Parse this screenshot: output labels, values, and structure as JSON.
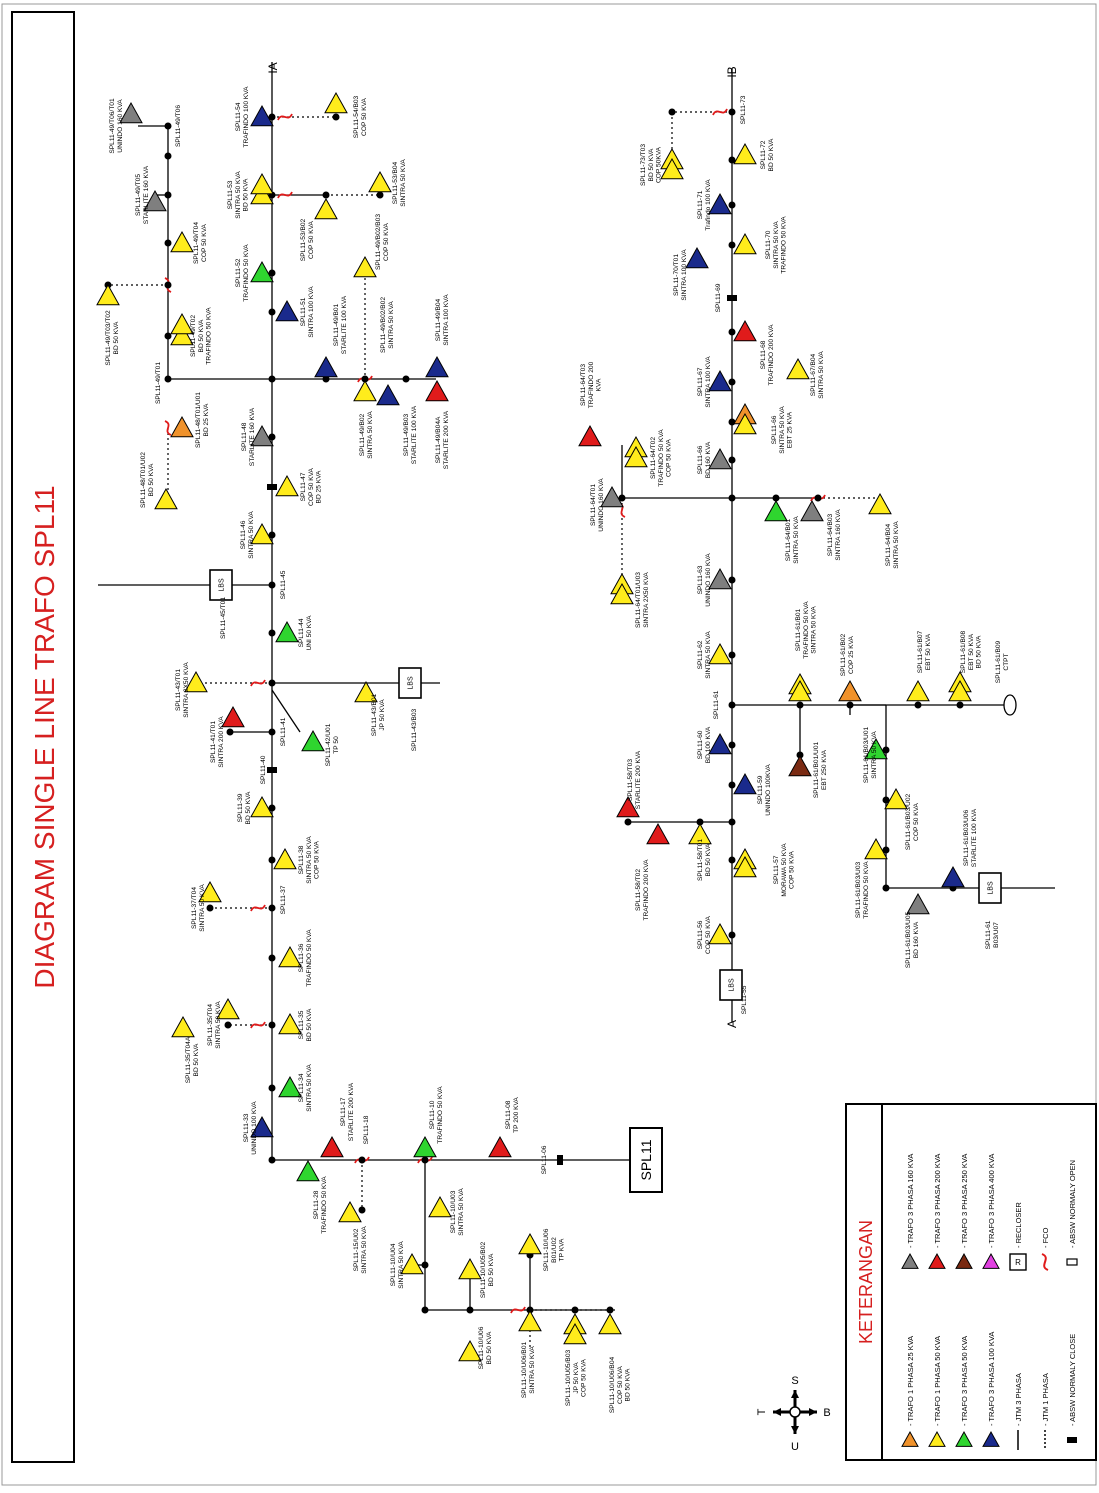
{
  "title": "DIAGRAM SINGLE LINE TRAFO SPL11",
  "substation": "SPL11",
  "connectors": {
    "a": "A",
    "b": "B",
    "ia": "IA",
    "ib": "IB"
  },
  "lbs_label": "LBS",
  "colors": {
    "title": "#d62020",
    "line": "#000000",
    "orange": "#f0922b",
    "yellow": "#ffec1c",
    "green": "#2fd52f",
    "blue": "#1a2a8c",
    "gray": "#7f7f7f",
    "red": "#e01b1b",
    "brown": "#7a2a12",
    "magenta": "#e040e0",
    "fco": "#e01b1b"
  },
  "compass": {
    "top": "T",
    "left": "U",
    "right": "S",
    "bottom": "B"
  },
  "legend": {
    "title": "KETERANGAN",
    "items": [
      {
        "icon": "triangle-orange",
        "label": "- TRAFO 1 PHASA 25 KVA"
      },
      {
        "icon": "triangle-yellow",
        "label": "- TRAFO 1 PHASA 50 KVA"
      },
      {
        "icon": "triangle-green",
        "label": "- TRAFO 3 PHASA 50 KVA"
      },
      {
        "icon": "triangle-blue",
        "label": "- TRAFO 3 PHASA 100 KVA"
      },
      {
        "icon": "triangle-gray",
        "label": "- TRAFO 3 PHASA 160 KVA"
      },
      {
        "icon": "triangle-red",
        "label": "- TRAFO 3 PHASA 200 KVA"
      },
      {
        "icon": "triangle-brown",
        "label": "- TRAFO 3 PHASA 250 KVA"
      },
      {
        "icon": "triangle-magenta",
        "label": "- TRAFO 3 PHASA 400 KVA"
      },
      {
        "icon": "line-solid",
        "label": "- JTM 3 PHASA"
      },
      {
        "icon": "line-dotted",
        "label": "- JTM 1 PHASA"
      },
      {
        "icon": "switch-closed",
        "label": "- ABSW NORMALY CLOSE"
      },
      {
        "icon": "recloser",
        "label": "- RECLOSER"
      },
      {
        "icon": "fco",
        "label": "- FCO"
      },
      {
        "icon": "switch-open",
        "label": "- ABSW NORMALY OPEN"
      }
    ]
  },
  "labels": {
    "n06": "SPL11-06",
    "n08": "SPL11-08\nTP 200 KVA",
    "n10": "SPL11-10\nTRAFINDO 50 KVA",
    "n17": "SPL11-17\nSTARLITE 200 KVA",
    "n18": "SPL11-18",
    "n33": "SPL11-33\nUNINDO 100 KVA",
    "n34": "SPL11-34\nSINTRA 50 KVA",
    "n35": "SPL11-35\nBD 50 KVA",
    "n35t04": "SPL11-35/T04\nSINTRA 50 KVA",
    "n35t04a": "SPL11-35/T04A\nBD 50 KVA",
    "n36": "SPL11-36\nTRAFINDO 50 KVA",
    "n37": "SPL11-37",
    "n37t04": "SPL11-37/T04\nSINTRA 50 KVA",
    "n38": "SPL11-38\nSINTRA 50 KVA\nCOP 50 KVA",
    "n39": "SPL11-39\nBD 50 KVA",
    "n40": "SPL11-40",
    "n41": "SPL11-41",
    "n41t01": "SPL11-41/T01\nSINTRA 200 KVA",
    "n42u01": "SPL11-42/U01\nTP 50",
    "n43t01": "SPL11-43/T01\nSINTRA 2X50 KVA",
    "n43b01": "SPL11-43/B01\nJP 50 KVA",
    "n43b03": "SPL11-43/B03",
    "n44": "SPL11-44\nUNI 50 KVA",
    "n45": "SPL11-45",
    "n45t01": "SPL11-45/T01",
    "n46": "SPL11-46\nSINTRA 50 KVA",
    "n47": "SPL11-47\nCOP 50 KVA\nBD 25 KVA",
    "n48": "SPL11-48\nSTARLITE 160 KVA",
    "n48t01u02": "SPL11-48/T01/U02\nBD 50 KVA",
    "n48t01u01": "SPL11-48/T01/U01\nBD 25 KVA",
    "n49t01": "SPL11-49/T01",
    "n49t02": "SPL11-49/T02\nBD 50 KVA\nTRAFINDO 50 KVA",
    "n49t03t02": "SPL11-49/T03/T02\nBD 50 KVA",
    "n49t04": "SPL11-49/T04\nCOP 50 KVA",
    "n49t05": "SPL11-49/T05\nSTARLITE 160 KVA",
    "n49t06": "SPL11-49/T06",
    "n49t06t01": "SPL11-49/T06/T01\nUNINDO 160 KVA",
    "n49b01": "SPL11-49/B01\nSTARLITE 100 KVA",
    "n49b02": "SPL11-49/B02\nSINTRA 50 KVA",
    "n49b02b02": "SPL11-49/B02/B02\nSINTRA 50 KVA",
    "n49b02b03": "SPL11-49/B02/B03\nCOP 50 KVA",
    "n49b03": "SPL11-49/B03\nSTARLITE 100 KVA",
    "n49b04": "SPL11-49/B04\nSINTRA 100 KVA",
    "n49b04a": "SPL11-49/B04A\nSTARLITE 200 KVA",
    "n51": "SPL11-51\nSINTRA 100 KVA",
    "n52": "SPL11-52\nTRAFINDO 50 KVA",
    "n53": "SPL11-53\nSINTRA 50 KVA\nBD 50 KVA",
    "n53b02": "SPL11-53/B02\nCOP 50 KVA",
    "n53b04": "SPL11-53/B04\nSINTRA 50 KVA",
    "n54": "SPL11-54\nTRAFINDO 100 KVA",
    "n54b03": "SPL11-54/B03\nCOP 50 KVA",
    "n10u03": "SPL11-10/U03\nSINTRA 50 KVA",
    "n10u04": "SPL11-10/U04\nSINTRA 50 KVA",
    "n10u05b02": "SPL11-10/U05/B02\nBD 50 KVA",
    "n10u06": "SPL11-10/U06\nB01/U02\nTP KVA",
    "n10u06b": "SPL11-10/U06\nBD 50 KVA",
    "n10u06b01": "SPL11-10/U06/B01\nSINTRA 50 KVA",
    "n10u06b03": "SPL11-10/U05/B03\nJP 50 KVA\nCOP 50 KVA",
    "n10u06b04": "SPL11-10/U06/B04\nCOP 50 KVA\nBD 50 KVA",
    "n15u02": "SPL11-15/U02\nSINTRA 50 KVA",
    "n28": "SPL11-28\nTRAFINDO 50 KVA",
    "n55": "SPL11-55",
    "n56": "SPL11-56\nCOP 50 KVA",
    "n57": "SPL11-57\nMORAWA 50 KVA\nCOP 50 KVA",
    "n58t01": "SPL11-58/T01\nBD 50 KVA",
    "n58t02": "SPL11-58/T02\nTRAFINDO 200 KVA",
    "n58t03": "SPL11-58/T03\nSTARLITE 200 KVA",
    "n59": "SPL11-59\nUNINDO 100KVA",
    "n60": "SPL11-60\nBD 100 KVA",
    "n61": "SPL11-61",
    "n61b01u01": "SPL11-61/B01/U01\nEBT 250 KVA",
    "n61b01": "SPL11-61/B01\nTRAFINDO 50 KVA\nSINTRA 50 KVA",
    "n61b02": "SPL11-61/B02\nCOP 25 KVA",
    "n61b03u01": "SPL11-61/B03/U01\nSINTRA 50 KVA",
    "n61b03u02": "SPL11-61/B03/U02\nCOP 50 KVA",
    "n61b03u03": "SPL11-61/B03/U03\nTRAFINDO 50 KVA",
    "n61b03u05": "SPL11-61/B03/U05\nBD 160 KVA",
    "n61b03u06": "SPL11-61/B03/U06\nSTARLITE 100 KVA",
    "n61b03u07": "SPL11-61\nB03/U07",
    "n61b07": "SPL11-61/B07\nEBT 50 KVA",
    "n61b08": "SPL11-61/B08\nEBT 50 KVA\nBD 50 KVA",
    "n61b09": "SPL11-61/B09\nCTPT",
    "n62": "SPL11-62\nSINTRA 50 KVA",
    "n63": "SPL11-63\nUNINDO 160 KVA",
    "n64b01": "SPL11-64/B01\nSINTRA 50 KVA",
    "n64b03": "SPL11-64/B03\nSINTRA 160 KVA",
    "n64b04": "SPL11-64/B04\nSINTRA 50 KVA",
    "n64t01": "SPL11-64/T01\nUNINDO 160 KVA",
    "n64t01u03": "SPL11-64/T01/U03\nSINTRA 2X50 KVA",
    "n64t02": "SPL11-64/T02\nTRAFINDO 50 KVA\nCOP 50 KVA",
    "n64t03": "SPL11-64/T03\nTRAFINDO 200\nKVA",
    "n66": "SPL11-66\nBD 160 KVA",
    "n66b": "SPL11-66\nSINTRA 50 KVA\nEBT 25 KVA",
    "n67": "SPL11-67\nSINTRA 100 KVA",
    "n67b04": "SPL11-67/B04\nSINTRA 50 KVA",
    "n68": "SPL11-68\nTRAFINDO 200 KVA",
    "n69": "SPL11-69",
    "n70t01": "SPL11-70/T01\nSINTRA 100 KVA",
    "n70": "SPL11-70\nSINTRA 50 KVA\nTRAFINDO 50 KVA",
    "n71": "SPL11-71\nTrafindo 100 KVA",
    "n72": "SPL11-72\nBD 50 KVA",
    "n73": "SPL11-73",
    "n73t03": "SPL11-73/T03\nBD 50 KVA\nCOP 50KVA"
  }
}
